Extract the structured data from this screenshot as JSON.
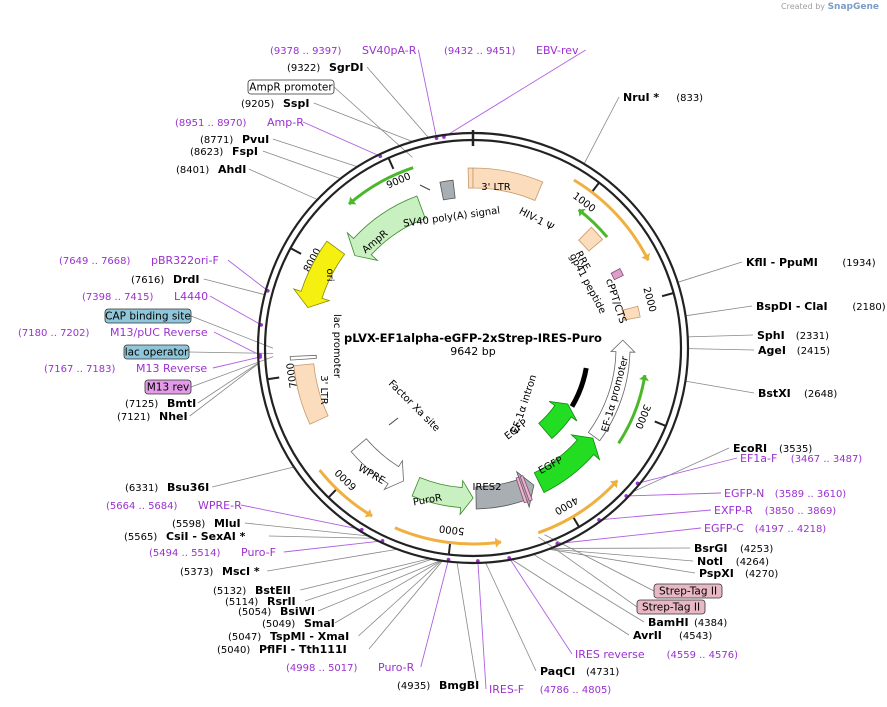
{
  "credit": {
    "prefix": "Created by",
    "brand": "SnapGene"
  },
  "plasmid": {
    "name": "pLVX-EF1alpha-eGFP-2xStrep-IRES-Puro",
    "size_label": "9642 bp",
    "length": 9642
  },
  "ticks": [
    "1000",
    "2000",
    "3000",
    "4000",
    "5000",
    "6000",
    "7000",
    "8000",
    "9000"
  ],
  "sites": [
    {
      "name": "NruI *",
      "pos": "(833)"
    },
    {
      "name": "KflI - PpuMI",
      "pos": "(1934)"
    },
    {
      "name": "BspDI - ClaI",
      "pos": "(2180)"
    },
    {
      "name": "SphI",
      "pos": "(2331)"
    },
    {
      "name": "AgeI",
      "pos": "(2415)"
    },
    {
      "name": "BstXI",
      "pos": "(2648)"
    },
    {
      "name": "EcoRI",
      "pos": "(3535)"
    },
    {
      "name": "BsrGI",
      "pos": "(4253)"
    },
    {
      "name": "NotI",
      "pos": "(4264)"
    },
    {
      "name": "PspXI",
      "pos": "(4270)"
    },
    {
      "name": "BamHI",
      "pos": "(4384)"
    },
    {
      "name": "AvrII",
      "pos": "(4543)"
    },
    {
      "name": "PaqCI",
      "pos": "(4731)"
    },
    {
      "name": "BmgBI",
      "pos": "(4935)"
    },
    {
      "name": "PflFI - Tth111I",
      "pos": "(5040)"
    },
    {
      "name": "TspMI - XmaI",
      "pos": "(5047)"
    },
    {
      "name": "SmaI",
      "pos": "(5049)"
    },
    {
      "name": "BsiWI",
      "pos": "(5054)"
    },
    {
      "name": "RsrII",
      "pos": "(5114)"
    },
    {
      "name": "BstEII",
      "pos": "(5132)"
    },
    {
      "name": "MscI *",
      "pos": "(5373)"
    },
    {
      "name": "CsiI - SexAI *",
      "pos": "(5565)"
    },
    {
      "name": "MluI",
      "pos": "(5598)"
    },
    {
      "name": "Bsu36I",
      "pos": "(6331)"
    },
    {
      "name": "NheI",
      "pos": "(7121)"
    },
    {
      "name": "BmtI",
      "pos": "(7125)"
    },
    {
      "name": "DrdI",
      "pos": "(7616)"
    },
    {
      "name": "AhdI",
      "pos": "(8401)"
    },
    {
      "name": "FspI",
      "pos": "(8623)"
    },
    {
      "name": "PvuI",
      "pos": "(8771)"
    },
    {
      "name": "SspI",
      "pos": "(9205)"
    },
    {
      "name": "SgrDI",
      "pos": "(9322)"
    }
  ],
  "primers": [
    {
      "name": "SV40pA-R",
      "pos": "(9378 .. 9397)"
    },
    {
      "name": "EBV-rev",
      "pos": "(9432 .. 9451)"
    },
    {
      "name": "Amp-R",
      "pos": "(8951 .. 8970)"
    },
    {
      "name": "pBR322ori-F",
      "pos": "(7649 .. 7668)"
    },
    {
      "name": "L4440",
      "pos": "(7398 .. 7415)"
    },
    {
      "name": "M13/pUC Reverse",
      "pos": "(7180 .. 7202)"
    },
    {
      "name": "M13 Reverse",
      "pos": "(7167 .. 7183)"
    },
    {
      "name": "EF1a-F",
      "pos": "(3467 .. 3487)"
    },
    {
      "name": "EGFP-N",
      "pos": "(3589 .. 3610)"
    },
    {
      "name": "EXFP-R",
      "pos": "(3850 .. 3869)"
    },
    {
      "name": "EGFP-C",
      "pos": "(4197 .. 4218)"
    },
    {
      "name": "IRES reverse",
      "pos": "(4559 .. 4576)"
    },
    {
      "name": "IRES-F",
      "pos": "(4786 .. 4805)"
    },
    {
      "name": "Puro-R",
      "pos": "(4998 .. 5017)"
    },
    {
      "name": "Puro-F",
      "pos": "(5494 .. 5514)"
    },
    {
      "name": "WPRE-R",
      "pos": "(5664 .. 5684)"
    }
  ],
  "boxed": [
    {
      "text": "AmpR promoter",
      "color": "#ffffff"
    },
    {
      "text": "CAP binding site",
      "color": "#8fc6d9"
    },
    {
      "text": "lac operator",
      "color": "#8fc6d9"
    },
    {
      "text": "M13 rev",
      "color": "#e39be8"
    },
    {
      "text": "Strep-Tag II",
      "color": "#e8b8c4"
    },
    {
      "text": "Strep-Tag II",
      "color": "#e8b8c4"
    }
  ],
  "features": [
    "3' LTR",
    "HIV-1 Ψ",
    "RRE",
    "gp41 peptide",
    "cPPT/CTS",
    "EF-1α promoter",
    "EF-1α intron",
    "EGFP",
    "EGFP",
    "IRES2",
    "PuroR",
    "WPRE",
    "3' LTR",
    "lac promoter",
    "Factor Xa site",
    "ori",
    "AmpR",
    "SV40 poly(A) signal"
  ],
  "colors": {
    "primer": "#9b30d0",
    "ring": "#222222",
    "orange": "#f0b040",
    "green": "#4ab82a",
    "ltr": "#fbdcbc"
  }
}
